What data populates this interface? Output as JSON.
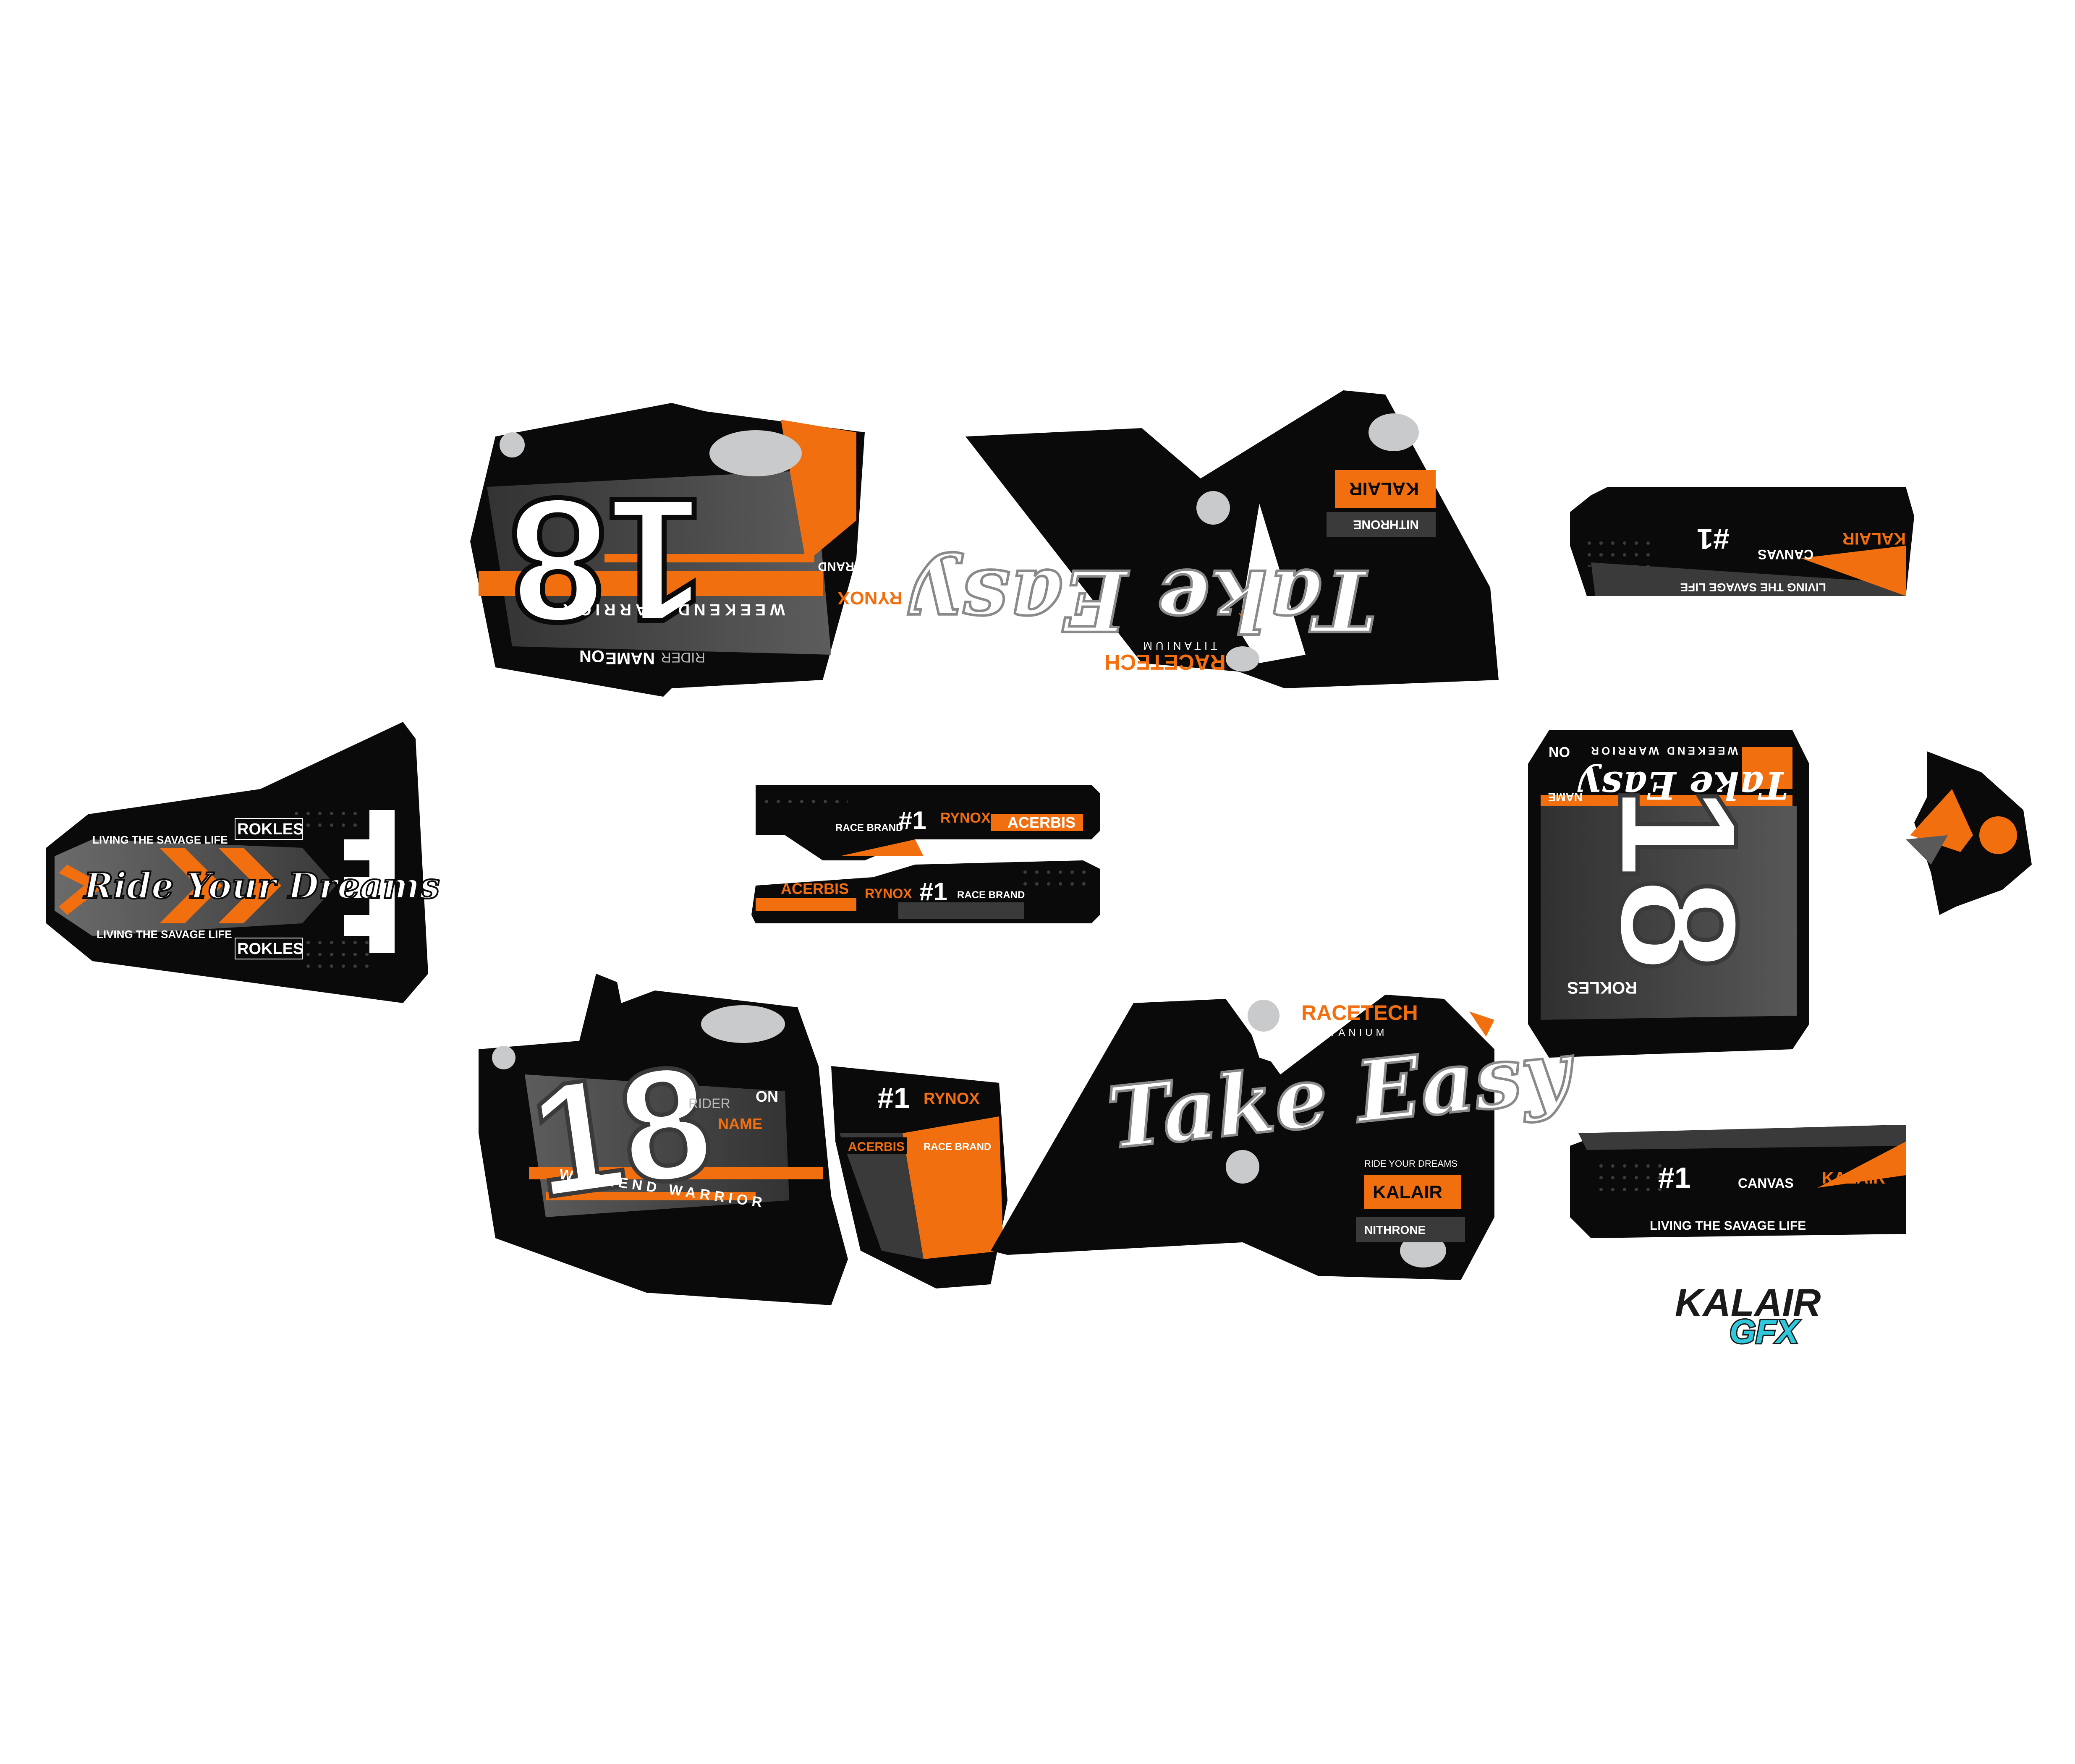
{
  "colors": {
    "background": "#ffffff",
    "panel": "#0a0a0a",
    "accent": "#f26f0f",
    "grey": "#5a5a5a",
    "light_grey": "#c9cacb",
    "white": "#ffffff",
    "brand_cyan": "#2ec7db"
  },
  "number": "18",
  "rider_label": "RIDER",
  "name_label": "NAME",
  "on_label": "ON",
  "tagline_weekend": "WEEKEND WARRIOR",
  "tagline_savage": "LIVING THE SAVAGE LIFE",
  "tagline_ride": "RIDE YOUR DREAMS",
  "script_ride": "Ride Your Dreams",
  "script_easy": "Take Easy",
  "sponsors": {
    "racetech": "RACETECH",
    "titanium": "TITANIUM",
    "acerbis": "ACERBIS",
    "rokles": "ROKLES",
    "canvas": "CANVAS",
    "x_race": "RACE BRAND",
    "hash_one": "#1",
    "ninja": "RYNOX",
    "kalair": "KALAIR",
    "gfx": "GFX",
    "nithrone": "NITHRONE"
  },
  "watermark": {
    "word": "KALAIR",
    "suffix": "GFX"
  }
}
